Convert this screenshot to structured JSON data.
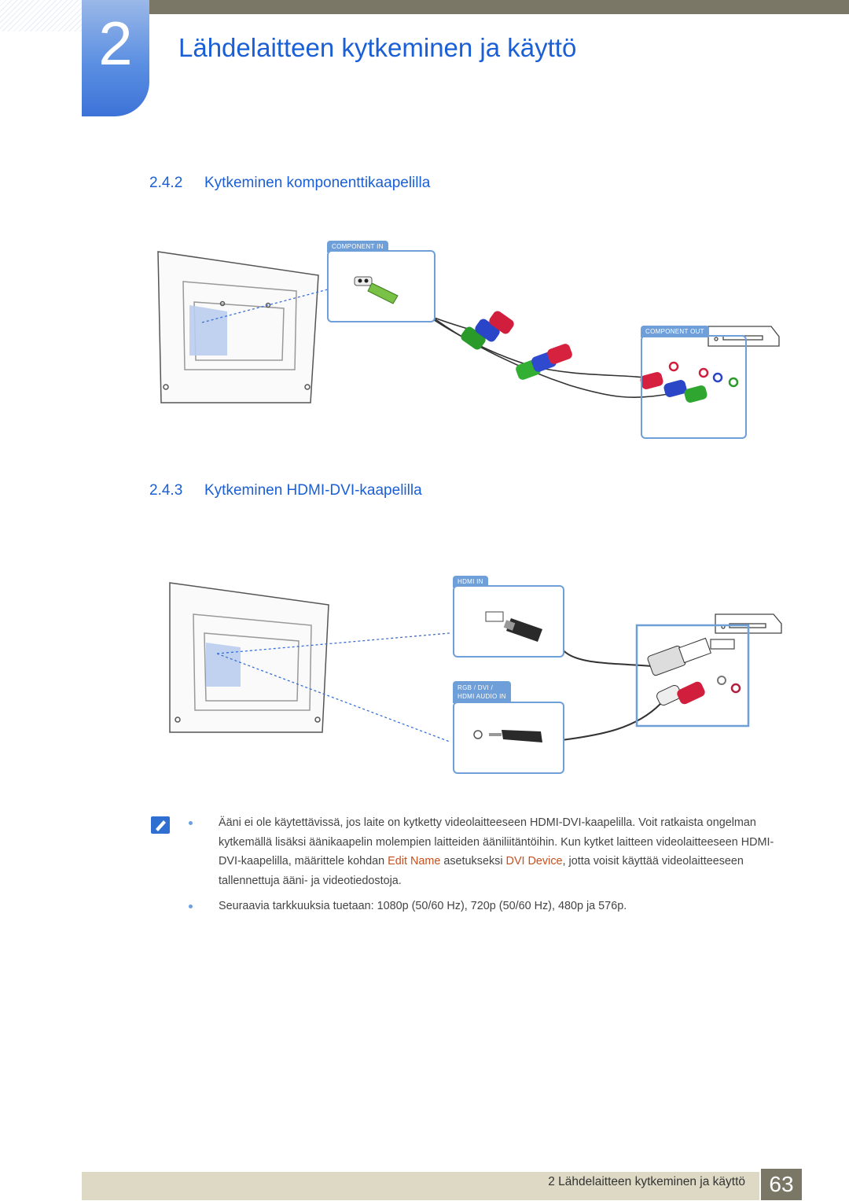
{
  "chapter": {
    "number": "2",
    "title": "Lähdelaitteen kytkeminen ja käyttö"
  },
  "sections": [
    {
      "number": "2.4.2",
      "title": "Kytkeminen komponenttikaapelilla"
    },
    {
      "number": "2.4.3",
      "title": "Kytkeminen HDMI-DVI-kaapelilla"
    }
  ],
  "figure1": {
    "port_in": "COMPONENT IN",
    "port_out": "COMPONENT OUT"
  },
  "figure2": {
    "port_hdmi": "HDMI IN",
    "port_audio_line1": "RGB / DVI /",
    "port_audio_line2": "HDMI AUDIO IN"
  },
  "notes": {
    "note1_a": "Ääni ei ole käytettävissä, jos laite on kytketty videolaitteeseen HDMI-DVI-kaapelilla. Voit ratkaista ongelman kytkemällä lisäksi äänikaapelin molempien laitteiden ääniliitäntöihin. Kun kytket laitteen videolaitteeseen HDMI-DVI-kaapelilla, määrittele kohdan ",
    "note1_hl1": "Edit Name",
    "note1_b": " asetukseksi ",
    "note1_hl2": "DVI Device",
    "note1_c": ", jotta voisit käyttää videolaitteeseen tallennettuja ääni- ja videotiedostoja.",
    "note2": "Seuraavia tarkkuuksia tuetaan: 1080p (50/60 Hz), 720p (50/60 Hz), 480p ja 576p."
  },
  "footer": {
    "chapter_text": "2 Lähdelaitteen kytkeminen ja käyttö",
    "page": "63"
  },
  "colors": {
    "accent": "#1a5fd6",
    "tab": "#4a80dc",
    "band": "#7b7766",
    "footer_band": "#ddd9c4",
    "highlight": "#c55020",
    "port_blue": "#6e9fd8"
  }
}
